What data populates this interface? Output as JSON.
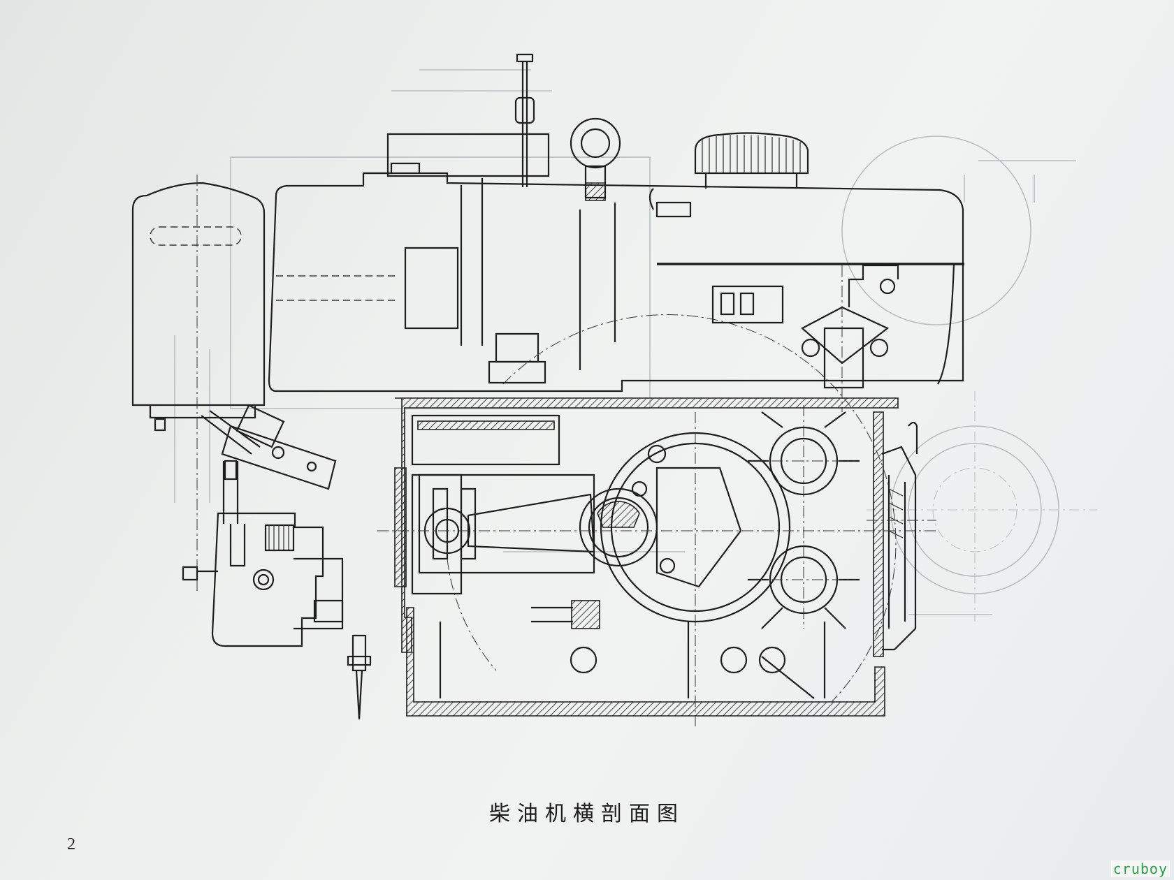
{
  "caption": "柴油机横剖面图",
  "page_number": "2",
  "watermark": "cruboy"
}
